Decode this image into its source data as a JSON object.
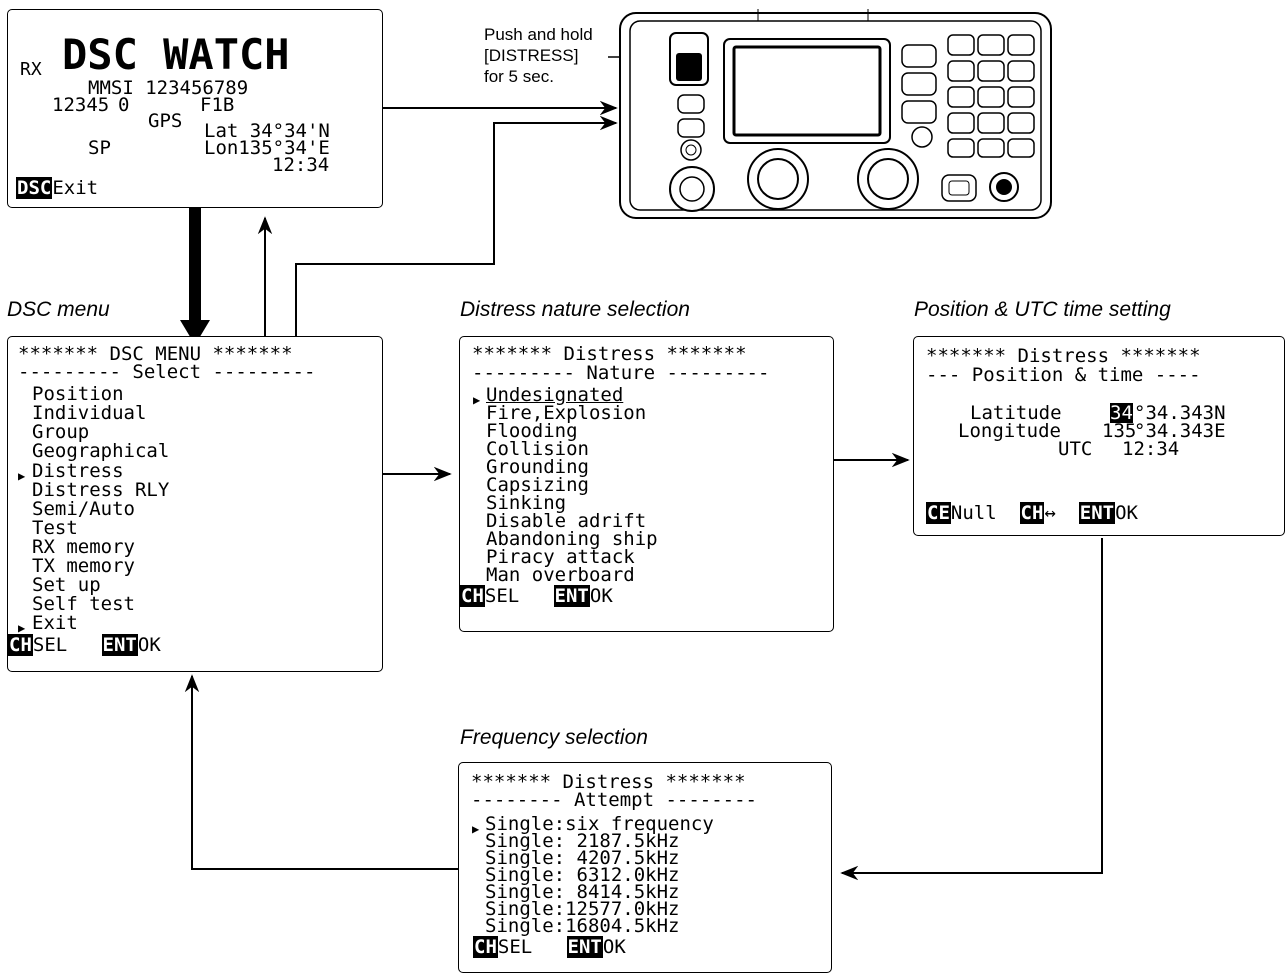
{
  "watch_screen": {
    "rx": "RX",
    "title": "DSC WATCH",
    "mmsi": "MMSI 123456789",
    "channel": "12345",
    "digit": "0",
    "mode": "F1B",
    "gps": "GPS",
    "lat": "Lat 34°34'N",
    "sp": "SP",
    "lon": "Lon135°34'E",
    "time": "12:34",
    "key": "DSC",
    "exit": "Exit"
  },
  "radio_note": [
    "Push and hold",
    "[DISTRESS]",
    "for 5 sec."
  ],
  "dsc_menu": {
    "caption": "DSC menu",
    "header": "******* DSC MENU *******",
    "subheader": "--------- Select ---------",
    "items": [
      "Position",
      "Individual",
      "Group",
      "Geographical",
      "Distress",
      "Distress RLY",
      "Semi/Auto",
      "Test",
      "RX memory",
      "TX memory",
      "Set up",
      "Self test",
      "Exit"
    ],
    "selected_marker": "▶",
    "footer_ch": "CH",
    "footer_sel": "SEL",
    "footer_ent": "ENT",
    "footer_ok": "OK"
  },
  "nature": {
    "caption": "Distress nature selection",
    "header": "******* Distress *******",
    "subheader": "--------- Nature ---------",
    "items": [
      "Undesignated",
      "Fire,Explosion",
      "Flooding",
      "Collision",
      "Grounding",
      "Capsizing",
      "Sinking",
      "Disable adrift",
      "Abandoning ship",
      "Piracy attack",
      "Man overboard"
    ],
    "footer_ch": "CH",
    "footer_sel": "SEL",
    "footer_ent": "ENT",
    "footer_ok": "OK"
  },
  "position": {
    "caption": "Position & UTC time setting",
    "header": "******* Distress *******",
    "subheader": "--- Position & time ----",
    "lat_label": "Latitude",
    "lat_deg": "34",
    "lat_val": "°34.343N",
    "lon_label": "Longitude",
    "lon_deg": "135",
    "lon_val": "°34.343E",
    "utc_label": "UTC",
    "utc_val": "12:34",
    "k1": "CE",
    "k1_label": "Null",
    "k2": "CH",
    "k2_label": "↔",
    "k3": "ENT",
    "k3_label": "OK"
  },
  "frequency": {
    "caption": "Frequency selection",
    "header": "******* Distress *******",
    "subheader": "-------- Attempt --------",
    "items": [
      "Single:six frequency",
      "Single: 2187.5kHz",
      "Single: 4207.5kHz",
      "Single: 6312.0kHz",
      "Single: 8414.5kHz",
      "Single:12577.0kHz",
      "Single:16804.5kHz"
    ],
    "footer_ch": "CH",
    "footer_sel": "SEL",
    "footer_ent": "ENT",
    "footer_ok": "OK"
  }
}
